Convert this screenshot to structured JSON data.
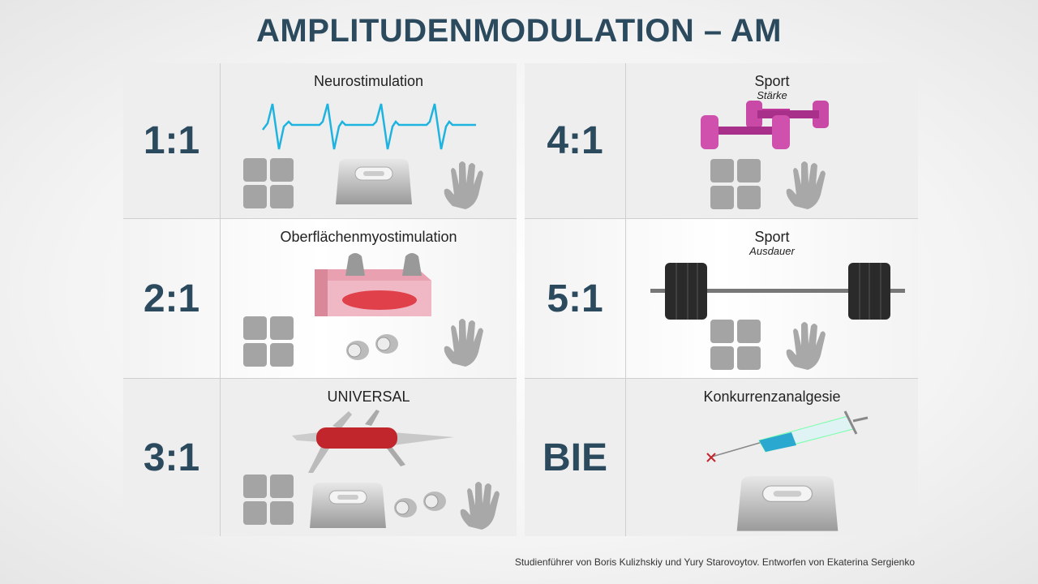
{
  "title": "AMPLITUDENMODULATION – AM",
  "left": [
    {
      "ratio": "1:1",
      "label": "Neurostimulation"
    },
    {
      "ratio": "2:1",
      "label": "Oberflächenmyostimulation"
    },
    {
      "ratio": "3:1",
      "label": "UNIVERSAL"
    }
  ],
  "right": [
    {
      "ratio": "4:1",
      "label": "Sport",
      "sublabel": "Stärke"
    },
    {
      "ratio": "5:1",
      "label": "Sport",
      "sublabel": "Ausdauer"
    },
    {
      "ratio": "BIE",
      "label": "Konkurrenzanalgesie"
    }
  ],
  "footer": "Studienführer von Boris Kulizhskiy und Yury Starovoytov. Entworfen von Ekaterina Sergienko",
  "colors": {
    "title": "#2b4a5e",
    "wave": "#1fb3e0",
    "dumbbell": "#c0389a",
    "knife": "#c0262b"
  }
}
